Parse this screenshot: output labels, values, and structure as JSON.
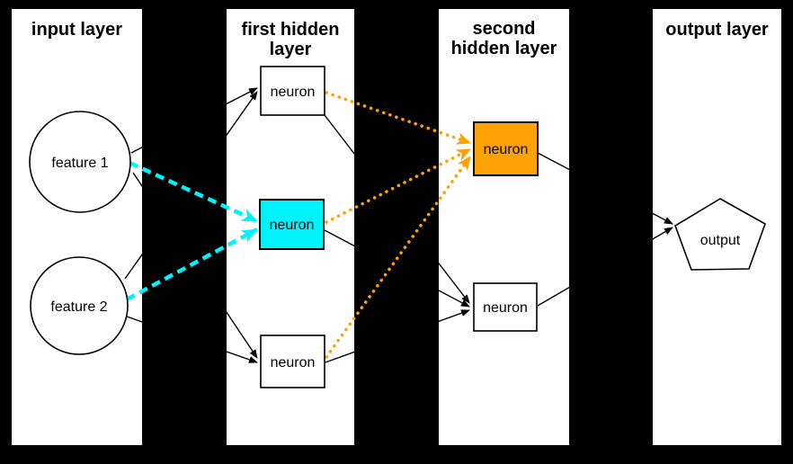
{
  "colors": {
    "background": "#000000",
    "panel": "#ffffff",
    "stroke": "#000000",
    "highlight_cyan": "#00f2fa",
    "highlight_orange": "#fca204"
  },
  "layers": [
    {
      "name": "input layer",
      "title_lines": [
        "input layer"
      ],
      "nodes": [
        {
          "id": "feature1",
          "label": "feature 1",
          "shape": "circle",
          "fill": "white"
        },
        {
          "id": "feature2",
          "label": "feature 2",
          "shape": "circle",
          "fill": "white"
        }
      ]
    },
    {
      "name": "first hidden layer",
      "title_lines": [
        "first hidden",
        "layer"
      ],
      "nodes": [
        {
          "id": "h1-neuron-top",
          "label": "neuron",
          "shape": "rect",
          "fill": "white"
        },
        {
          "id": "h1-neuron-middle",
          "label": "neuron",
          "shape": "rect",
          "fill": "cyan"
        },
        {
          "id": "h1-neuron-bottom",
          "label": "neuron",
          "shape": "rect",
          "fill": "white"
        }
      ]
    },
    {
      "name": "second hidden layer",
      "title_lines": [
        "second",
        "hidden layer"
      ],
      "nodes": [
        {
          "id": "h2-neuron-top",
          "label": "neuron",
          "shape": "rect",
          "fill": "orange"
        },
        {
          "id": "h2-neuron-bottom",
          "label": "neuron",
          "shape": "rect",
          "fill": "white"
        }
      ]
    },
    {
      "name": "output layer",
      "title_lines": [
        "output layer"
      ],
      "nodes": [
        {
          "id": "output",
          "label": "output",
          "shape": "pentagon",
          "fill": "white"
        }
      ]
    }
  ],
  "edges": {
    "solid_black": [
      {
        "from": "feature1",
        "to": "h1-neuron-top"
      },
      {
        "from": "feature2",
        "to": "h1-neuron-top"
      },
      {
        "from": "feature1",
        "to": "h1-neuron-bottom"
      },
      {
        "from": "feature2",
        "to": "h1-neuron-bottom"
      },
      {
        "from": "h1-neuron-top",
        "to": "h2-neuron-bottom"
      },
      {
        "from": "h1-neuron-middle",
        "to": "h2-neuron-bottom"
      },
      {
        "from": "h1-neuron-bottom",
        "to": "h2-neuron-bottom"
      },
      {
        "from": "h2-neuron-top",
        "to": "output"
      },
      {
        "from": "h2-neuron-bottom",
        "to": "output"
      }
    ],
    "dashed_cyan": [
      {
        "from": "feature1",
        "to": "h1-neuron-middle"
      },
      {
        "from": "feature2",
        "to": "h1-neuron-middle"
      }
    ],
    "dotted_orange": [
      {
        "from": "h1-neuron-top",
        "to": "h2-neuron-top"
      },
      {
        "from": "h1-neuron-middle",
        "to": "h2-neuron-top"
      },
      {
        "from": "h1-neuron-bottom",
        "to": "h2-neuron-top"
      }
    ]
  }
}
